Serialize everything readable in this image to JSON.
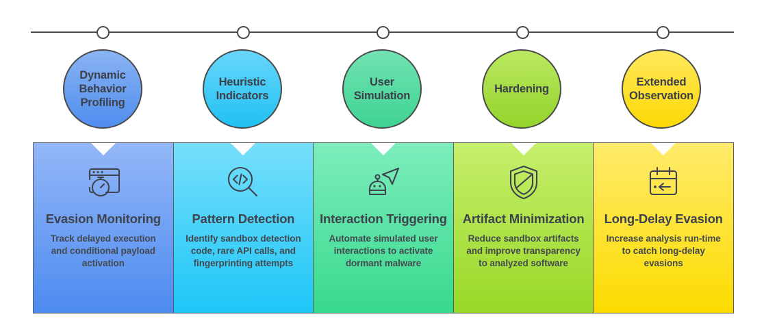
{
  "diagram": {
    "type": "timeline-process-infographic",
    "background_color": "#ffffff",
    "timeline_color": "#4a4a4a",
    "node_fill": "#ffffff",
    "text_color": "#3f434d"
  },
  "steps": [
    {
      "circle_label": "Dynamic Behavior Profiling",
      "circle_color_top": "#8ab4f3",
      "circle_color_bottom": "#4f8def",
      "panel_color_top": "#93b7f7",
      "panel_color_bottom": "#4d8bf0",
      "icon": "browser-stopwatch-icon",
      "title": "Evasion Monitoring",
      "description": "Track delayed execution and conditional payload activation"
    },
    {
      "circle_label": "Heuristic Indicators",
      "circle_color_top": "#67d6fa",
      "circle_color_bottom": "#21c1f3",
      "panel_color_top": "#76dffb",
      "panel_color_bottom": "#1dc6f7",
      "icon": "code-magnifier-icon",
      "title": "Pattern Detection",
      "description": "Identify sandbox detection code, rare API calls, and fingerprinting attempts"
    },
    {
      "circle_label": "User Simulation",
      "circle_color_top": "#72e3b2",
      "circle_color_bottom": "#3ed392",
      "panel_color_top": "#7dedbb",
      "panel_color_bottom": "#38d98e",
      "icon": "robot-cursor-icon",
      "title": "Interaction Triggering",
      "description": "Automate simulated user interactions to activate dormant malware"
    },
    {
      "circle_label": "Hardening",
      "circle_color_top": "#bbe861",
      "circle_color_bottom": "#93d42b",
      "panel_color_top": "#c6ef6b",
      "panel_color_bottom": "#98d827",
      "icon": "shield-slash-icon",
      "title": "Artifact Minimization",
      "description": "Reduce sandbox artifacts and improve transparency to analyzed software"
    },
    {
      "circle_label": "Extended Observation",
      "circle_color_top": "#ffe85c",
      "circle_color_bottom": "#fcd905",
      "panel_color_top": "#ffeb6b",
      "panel_color_bottom": "#fcdc00",
      "icon": "calendar-arrow-icon",
      "title": "Long-Delay Evasion",
      "description": "Increase analysis run-time to catch long-delay evasions"
    }
  ]
}
